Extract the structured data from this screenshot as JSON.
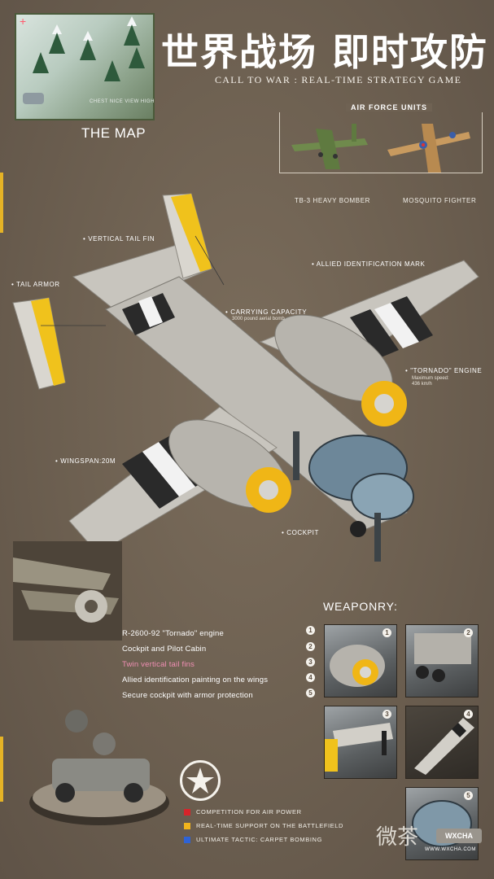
{
  "header": {
    "title_cn": "世界战场 即时攻防",
    "subtitle": "CALL TO WAR : REAL-TIME STRATEGY GAME"
  },
  "map": {
    "title": "THE MAP",
    "caption": "CHEST NICE VIEW HIGH"
  },
  "air_force": {
    "title": "AIR FORCE UNITS",
    "units": [
      {
        "label": "TB-3 HEAVY BOMBER"
      },
      {
        "label": "MOSQUITO FIGHTER"
      }
    ]
  },
  "callouts": {
    "vertical_tail_fin": "VERTICAL TAIL FIN",
    "tail_armor": "TAIL ARMOR",
    "allied_mark": "ALLIED IDENTIFICATION MARK",
    "carrying_capacity": "CARRYING CAPACITY",
    "carrying_capacity_sub": "3000 pound aerial bomb",
    "tornado_engine": "\"TORNADO\" ENGINE",
    "tornado_engine_sub1": "Maximum speed:",
    "tornado_engine_sub2": "436 km/h",
    "wingspan": "WINGSPAN:20M",
    "cockpit": "COCKPIT"
  },
  "weaponry": {
    "title": "WEAPONRY:",
    "features": [
      {
        "num": "1",
        "text": "R-2600-92 \"Tornado\" engine",
        "color": "#ffffff"
      },
      {
        "num": "2",
        "text": "Cockpit and Pilot Cabin",
        "color": "#ffffff"
      },
      {
        "num": "3",
        "text": "Twin vertical tail fins",
        "color": "#f08fb4"
      },
      {
        "num": "4",
        "text": "Allied identification painting on the wings",
        "color": "#ffffff"
      },
      {
        "num": "5",
        "text": "Secure cockpit with armor protection",
        "color": "#ffffff"
      }
    ],
    "tiles": [
      "1",
      "2",
      "3",
      "4",
      "5"
    ]
  },
  "bottom": {
    "items": [
      {
        "text": "COMPETITION FOR AIR POWER",
        "color": "#d8242a"
      },
      {
        "text": "REAL-TIME SUPPORT ON THE BATTLEFIELD",
        "color": "#f2b41c"
      },
      {
        "text": "ULTIMATE TACTIC: CARPET BOMBING",
        "color": "#2e63d6"
      }
    ]
  },
  "watermark": {
    "text": "微茶",
    "badge": "WXCHA",
    "url": "WWW.WXCHA.COM"
  },
  "colors": {
    "background": "#6f6253",
    "accent_yellow": "#e5b326",
    "plane_body": "#c9c6bf"
  }
}
